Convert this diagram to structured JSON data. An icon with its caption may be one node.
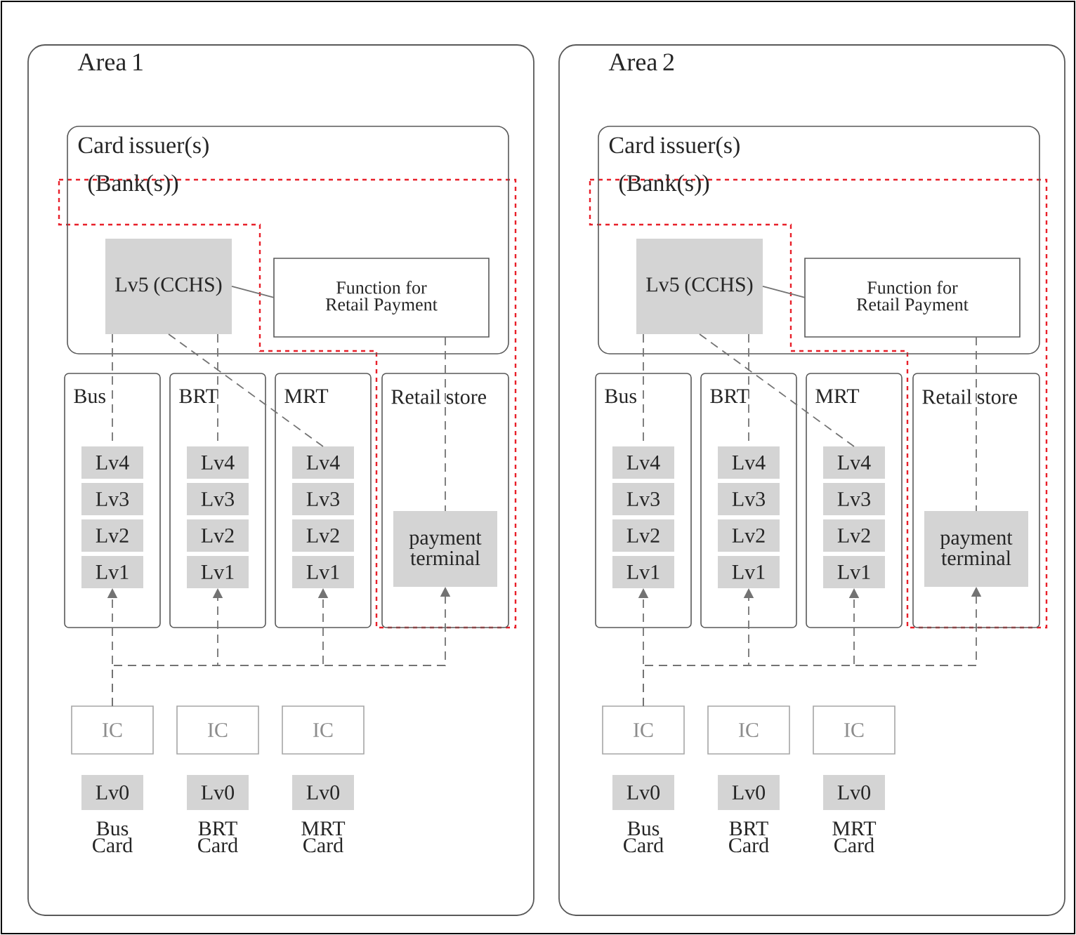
{
  "diagram": {
    "nodes": [
      {
        "text": [
          "Area 1"
        ]
      },
      {
        "text": [
          "Card issuer(s)",
          "(Bank(s))"
        ],
        "in": 0
      },
      {
        "text": [
          "Lv5 (CCHS)"
        ],
        "in": 1
      },
      {
        "text": [
          "Function for Retail Payment"
        ],
        "in": 1
      },
      {
        "text": [
          "Bus"
        ],
        "in": 0
      },
      {
        "text": [
          "Lv4"
        ],
        "in": 4
      },
      {
        "text": [
          "Lv3"
        ],
        "in": 4
      },
      {
        "text": [
          "Lv2"
        ],
        "in": 4
      },
      {
        "text": [
          "Lv1"
        ],
        "in": 4
      },
      {
        "text": [
          "BRT"
        ],
        "in": 0
      },
      {
        "text": [
          "Lv4"
        ],
        "in": 9
      },
      {
        "text": [
          "Lv3"
        ],
        "in": 9
      },
      {
        "text": [
          "Lv2"
        ],
        "in": 9
      },
      {
        "text": [
          "Lv1"
        ],
        "in": 9
      },
      {
        "text": [
          "MRT"
        ],
        "in": 0
      },
      {
        "text": [
          "Lv4"
        ],
        "in": 14
      },
      {
        "text": [
          "Lv3"
        ],
        "in": 14
      },
      {
        "text": [
          "Lv2"
        ],
        "in": 14
      },
      {
        "text": [
          "Lv1"
        ],
        "in": 14
      },
      {
        "text": [
          "Retail store"
        ],
        "in": 0
      },
      {
        "text": [
          "payment terminal"
        ],
        "in": 19
      },
      {
        "text": [
          "IC"
        ],
        "in": 0
      },
      {
        "text": [
          "Lv0"
        ],
        "in": 0,
        "beside": [
          "Bus Card"
        ]
      },
      {
        "text": [
          "IC"
        ],
        "in": 0
      },
      {
        "text": [
          "Lv0"
        ],
        "in": 0,
        "beside": [
          "BRT Card"
        ]
      },
      {
        "text": [
          "IC"
        ],
        "in": 0
      },
      {
        "text": [
          "Lv0"
        ],
        "in": 0,
        "beside": [
          "MRT Card"
        ]
      },
      {
        "text": [
          "Area 2"
        ]
      },
      {
        "text": [
          "Card issuer(s)",
          "(Bank(s))"
        ],
        "in": 27
      },
      {
        "text": [
          "Lv5 (CCHS)"
        ],
        "in": 28
      },
      {
        "text": [
          "Function for Retail Payment"
        ],
        "in": 28
      },
      {
        "text": [
          "Bus"
        ],
        "in": 27
      },
      {
        "text": [
          "Lv4"
        ],
        "in": 31
      },
      {
        "text": [
          "Lv3"
        ],
        "in": 31
      },
      {
        "text": [
          "Lv2"
        ],
        "in": 31
      },
      {
        "text": [
          "Lv1"
        ],
        "in": 31
      },
      {
        "text": [
          "BRT"
        ],
        "in": 27
      },
      {
        "text": [
          "Lv4"
        ],
        "in": 36
      },
      {
        "text": [
          "Lv3"
        ],
        "in": 36
      },
      {
        "text": [
          "Lv2"
        ],
        "in": 36
      },
      {
        "text": [
          "Lv1"
        ],
        "in": 36
      },
      {
        "text": [
          "MRT"
        ],
        "in": 27
      },
      {
        "text": [
          "Lv4"
        ],
        "in": 41
      },
      {
        "text": [
          "Lv3"
        ],
        "in": 41
      },
      {
        "text": [
          "Lv2"
        ],
        "in": 41
      },
      {
        "text": [
          "Lv1"
        ],
        "in": 41
      },
      {
        "text": [
          "Retail store"
        ],
        "in": 27
      },
      {
        "text": [
          "payment terminal"
        ],
        "in": 46
      },
      {
        "text": [
          "IC"
        ],
        "in": 27
      },
      {
        "text": [
          "Lv0"
        ],
        "in": 27,
        "beside": [
          "Bus Card"
        ]
      },
      {
        "text": [
          "IC"
        ],
        "in": 27
      },
      {
        "text": [
          "Lv0"
        ],
        "in": 27,
        "beside": [
          "BRT Card"
        ]
      },
      {
        "text": [
          "IC"
        ],
        "in": 27
      },
      {
        "text": [
          "Lv0"
        ],
        "in": 27,
        "beside": [
          "MRT Card"
        ]
      }
    ],
    "edges": [
      {
        "from": 2,
        "to": 3,
        "arrow": "none"
      },
      {
        "from": 2,
        "to": 5,
        "arrow": "none",
        "style": "dashed"
      },
      {
        "from": 2,
        "to": 10,
        "arrow": "none",
        "style": "dashed"
      },
      {
        "from": 2,
        "to": 15,
        "arrow": "none",
        "style": "dashed"
      },
      {
        "from": 3,
        "to": 20,
        "arrow": "none",
        "style": "dashed"
      },
      {
        "from": 21,
        "to": 8,
        "arrow": "to",
        "style": "dashed"
      },
      {
        "from": 21,
        "to": 13,
        "arrow": "to",
        "style": "dashed"
      },
      {
        "from": 21,
        "to": 18,
        "arrow": "to",
        "style": "dashed"
      },
      {
        "from": 21,
        "to": 20,
        "arrow": "to",
        "style": "dashed"
      },
      {
        "from": 29,
        "to": 30,
        "arrow": "none"
      },
      {
        "from": 29,
        "to": 32,
        "arrow": "none",
        "style": "dashed"
      },
      {
        "from": 29,
        "to": 37,
        "arrow": "none",
        "style": "dashed"
      },
      {
        "from": 29,
        "to": 42,
        "arrow": "none",
        "style": "dashed"
      },
      {
        "from": 30,
        "to": 47,
        "arrow": "none",
        "style": "dashed"
      },
      {
        "from": 48,
        "to": 35,
        "arrow": "to",
        "style": "dashed"
      },
      {
        "from": 48,
        "to": 40,
        "arrow": "to",
        "style": "dashed"
      },
      {
        "from": 48,
        "to": 45,
        "arrow": "to",
        "style": "dashed"
      },
      {
        "from": 48,
        "to": 47,
        "arrow": "to",
        "style": "dashed"
      }
    ]
  }
}
